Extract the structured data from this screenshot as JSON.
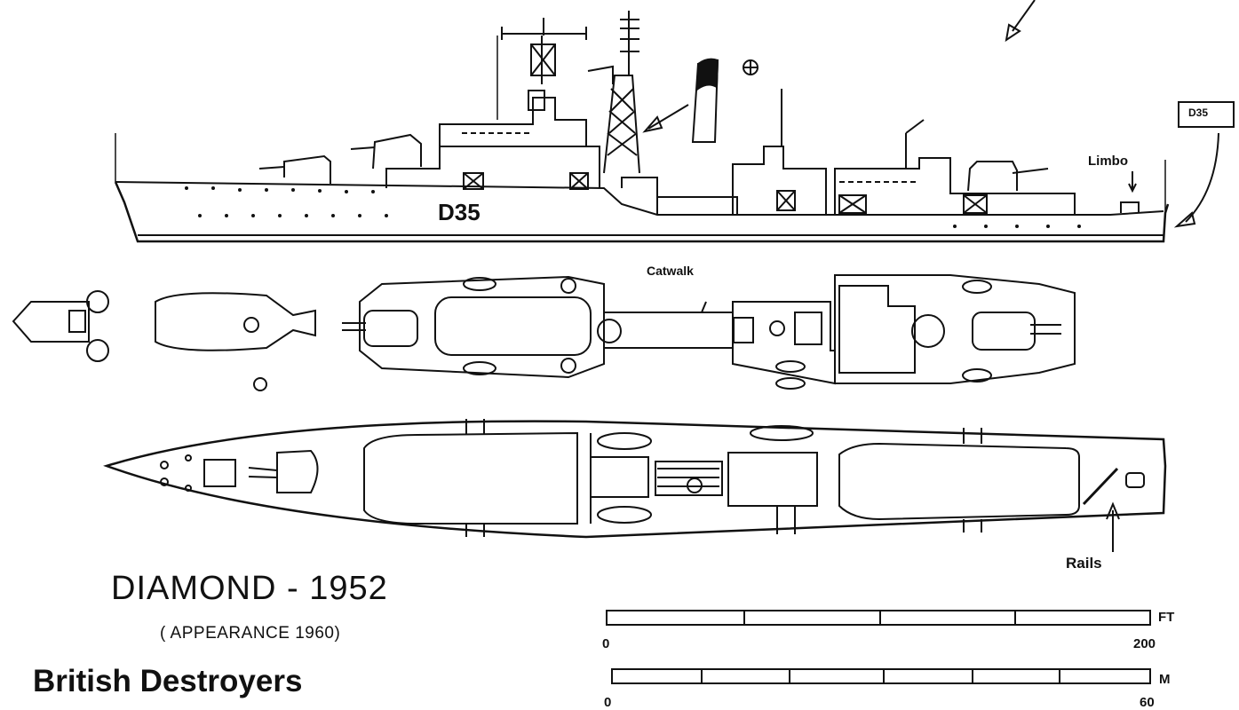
{
  "title": {
    "ship": "DIAMOND  - 1952",
    "appearance": "( APPEARANCE 1960)",
    "series": "British Destroyers"
  },
  "labels": {
    "limbo": "Limbo",
    "catwalk": "Catwalk",
    "rails": "Rails",
    "hull_number": "D35",
    "flag_superior": "D35"
  },
  "scales": {
    "feet": {
      "unit": "FT",
      "start": "0",
      "end": "200",
      "divisions": 4
    },
    "metres": {
      "unit": "M",
      "start": "0",
      "end": "60",
      "divisions": 6
    }
  }
}
